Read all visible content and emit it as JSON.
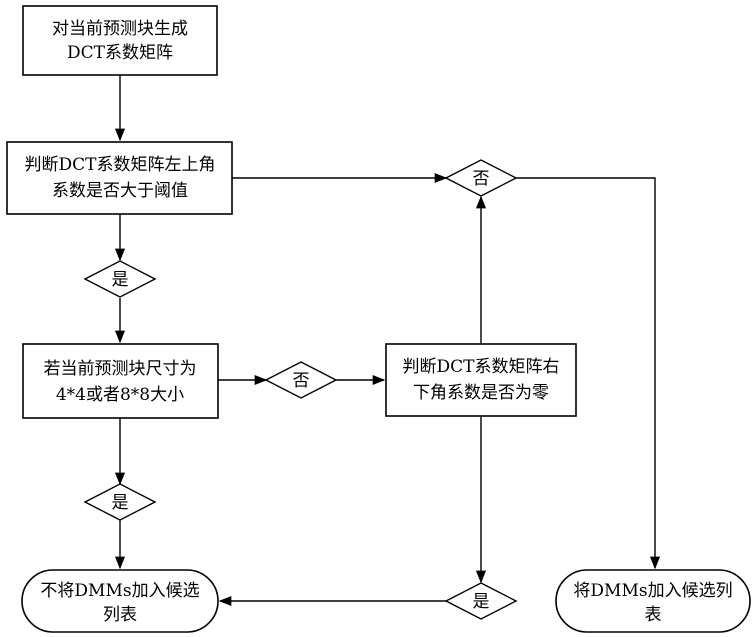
{
  "nodes": {
    "generate": {
      "lines": [
        "对当前预测块生成",
        "DCT系数矩阵"
      ]
    },
    "judge_top_left": {
      "lines": [
        "判断DCT系数矩阵左上角",
        "系数是否大于阈值"
      ]
    },
    "size_check": {
      "lines": [
        "若当前预测块尺寸为",
        "4*4或者8*8大小"
      ]
    },
    "judge_bottom_right": {
      "lines": [
        "判断DCT系数矩阵右",
        "下角系数是否为零"
      ]
    },
    "not_add": {
      "lines": [
        "不将DMMs加入候选",
        "列表"
      ]
    },
    "add": {
      "lines": [
        "将DMMs加入候选列",
        "表"
      ]
    }
  },
  "decisions": {
    "yes_1": "是",
    "no_1": "否",
    "no_2": "否",
    "yes_2": "是",
    "yes_3": "是"
  }
}
